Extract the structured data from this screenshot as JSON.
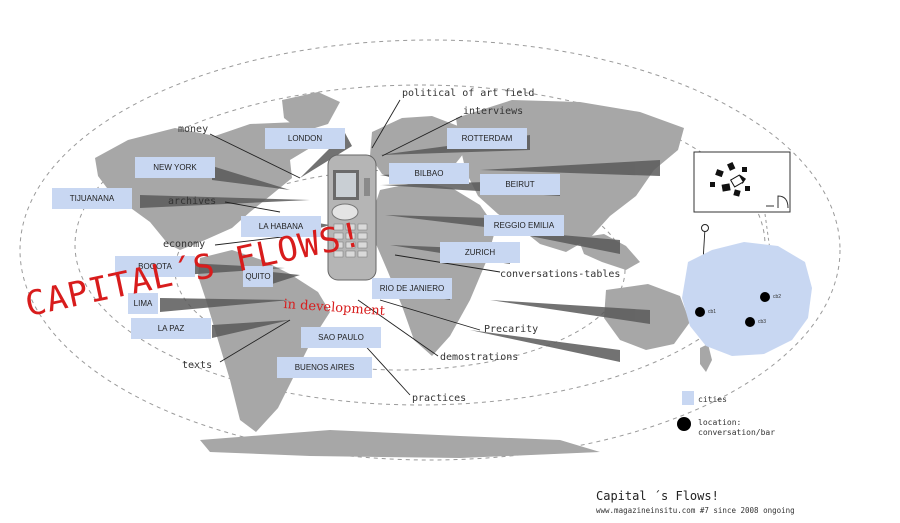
{
  "palette": {
    "city_box": "#c8d7f2",
    "land": "#a7a7a7",
    "flow": "#5a5a5a",
    "title_red": "#d81c1c"
  },
  "title": "CAPITAL´S FLOWS!",
  "subtitle": "in development",
  "cities": [
    {
      "id": "london",
      "label": "LONDON"
    },
    {
      "id": "rotterdam",
      "label": "ROTTERDAM"
    },
    {
      "id": "new-york",
      "label": "NEW YORK"
    },
    {
      "id": "bilbao",
      "label": "BILBAO"
    },
    {
      "id": "beirut",
      "label": "BEIRUT"
    },
    {
      "id": "tijuanana",
      "label": "TIJUANANA"
    },
    {
      "id": "la-habana",
      "label": "LA HABANA"
    },
    {
      "id": "reggio-emilia",
      "label": "REGGIO EMILIA"
    },
    {
      "id": "zurich",
      "label": "ZURICH"
    },
    {
      "id": "bogota",
      "label": "BOGOTA"
    },
    {
      "id": "quito",
      "label": "QUITO"
    },
    {
      "id": "rio-de-janiero",
      "label": "RIO DE JANIERO"
    },
    {
      "id": "lima",
      "label": "LIMA"
    },
    {
      "id": "la-paz",
      "label": "LA PAZ"
    },
    {
      "id": "sao-paulo",
      "label": "SAO PAULO"
    },
    {
      "id": "buenos-aires",
      "label": "BUENOS AIRES"
    }
  ],
  "terms": [
    {
      "id": "political-of-art-field",
      "label": "political of art field"
    },
    {
      "id": "interviews",
      "label": "interviews"
    },
    {
      "id": "money",
      "label": "money"
    },
    {
      "id": "archives",
      "label": "archives"
    },
    {
      "id": "economy",
      "label": "economy"
    },
    {
      "id": "conversation-tables",
      "label": "conversations-tables"
    },
    {
      "id": "precarity",
      "label": "Precarity"
    },
    {
      "id": "demonstrations",
      "label": "demostrations"
    },
    {
      "id": "texts",
      "label": "texts"
    },
    {
      "id": "practices",
      "label": "practices"
    }
  ],
  "locations": [
    "cb1",
    "cb2",
    "cb3"
  ],
  "legend": {
    "cities": "cities",
    "location": "location:\nconversation/bar"
  },
  "footer": {
    "title": "Capital ´s  Flows!",
    "subtitle": "www.magazineinsitu.com #7 since 2008 ongoing"
  }
}
